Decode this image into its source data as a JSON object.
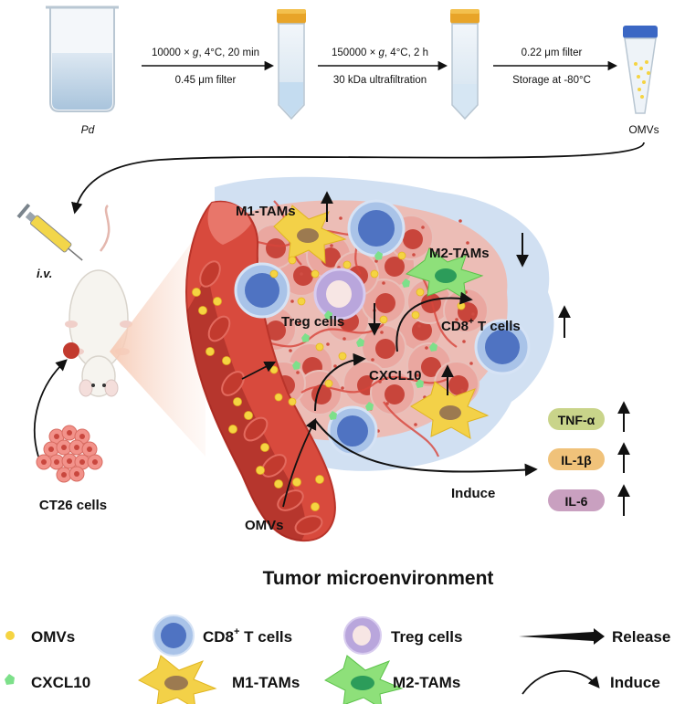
{
  "workflow": {
    "source_label": "Pd",
    "step1": {
      "line1_pre": "10000 × ",
      "line1_g": "g",
      "line1_post": ", 4°C, 20 min",
      "line2": "0.45 μm filter"
    },
    "step2": {
      "line1_pre": "150000 × ",
      "line1_g": "g",
      "line1_post": ", 4°C, 2 h",
      "line2": "30 kDa ultrafiltration"
    },
    "step3": {
      "line1": "0.22 μm filter",
      "line2": "Storage at -80°C"
    },
    "product_label": "OMVs"
  },
  "mouse": {
    "route_label": "i.v.",
    "cells_label": "CT26 cells"
  },
  "tumor": {
    "m1_label": "M1-TAMs",
    "m2_label": "M2-TAMs",
    "treg_label": "Treg cells",
    "cd8_label": "CD8",
    "cd8_sup": "+",
    "cd8_suffix": " T cells",
    "cxcl10_label": "CXCL10",
    "omvs_label": "OMVs",
    "induce_label": "Induce",
    "section_title": "Tumor microenvironment"
  },
  "cytokines": [
    {
      "label": "TNF-α",
      "color": "#c9d48a"
    },
    {
      "label": "IL-1β",
      "color": "#f0c27a"
    },
    {
      "label": "IL-6",
      "color": "#c9a0c0"
    }
  ],
  "legend": {
    "omvs": "OMVs",
    "cd8": "CD8",
    "cd8_sup": "+",
    "cd8_suffix": " T cells",
    "treg": "Treg cells",
    "release": "Release",
    "cxcl10": "CXCL10",
    "m1": "M1-TAMs",
    "m2": "M2-TAMs",
    "induce": "Induce"
  },
  "colors": {
    "omv": "#f5d442",
    "cxcl10": "#7de08a",
    "cd8_outer": "#a9c3e8",
    "cd8_inner": "#4f73c2",
    "treg": "#b9a6dc",
    "m1": "#f3d148",
    "m2": "#8ee07a",
    "vessel": "#d8453b",
    "tumor_bg": "#c6d8ef",
    "tumor_cell": "#f0b0a8"
  }
}
